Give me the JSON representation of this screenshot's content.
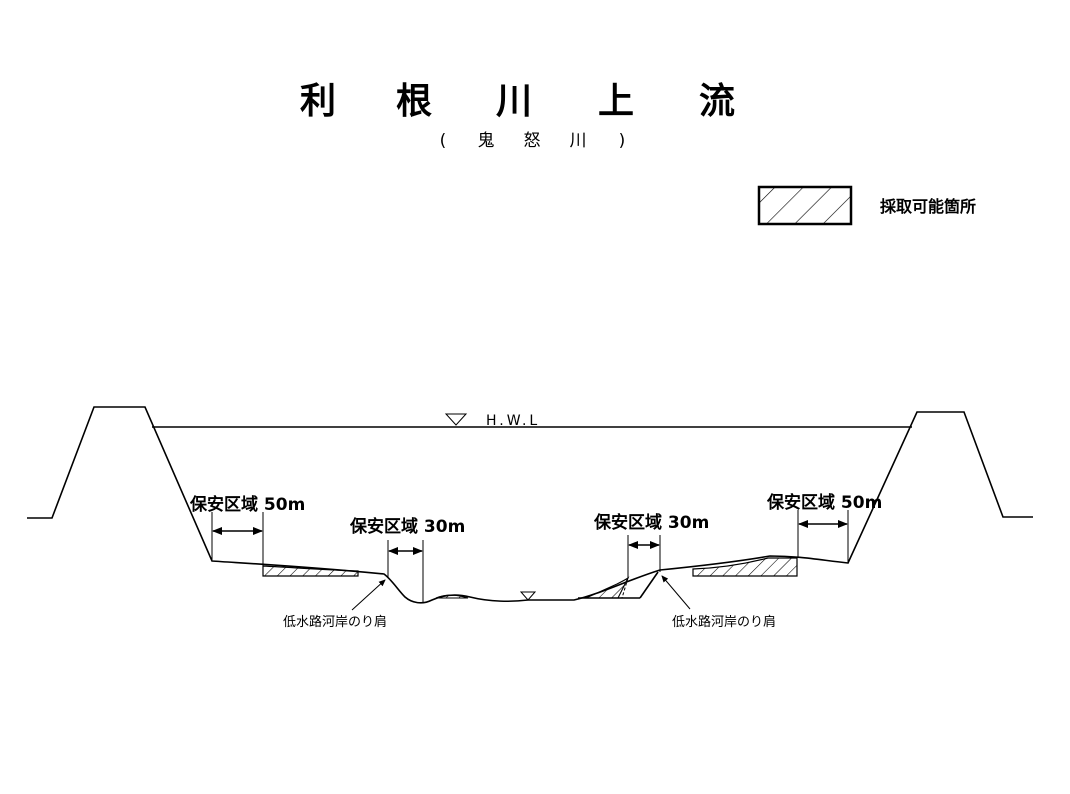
{
  "title": {
    "chars": [
      "利",
      "根",
      "川",
      "上",
      "流"
    ],
    "subtitle": [
      "(",
      "鬼",
      "怒",
      "川",
      ")"
    ]
  },
  "legend": {
    "label": "採取可能箇所"
  },
  "water_level": {
    "label": "H.W.L"
  },
  "zones": {
    "left_outer": "保安区域 50m",
    "left_inner": "保安区域 30m",
    "right_inner": "保安区域 30m",
    "right_outer": "保安区域 50m"
  },
  "notes": {
    "left": "低水路河岸のり肩",
    "right": "低水路河岸のり肩"
  },
  "colors": {
    "line": "#000000",
    "background": "#ffffff"
  }
}
